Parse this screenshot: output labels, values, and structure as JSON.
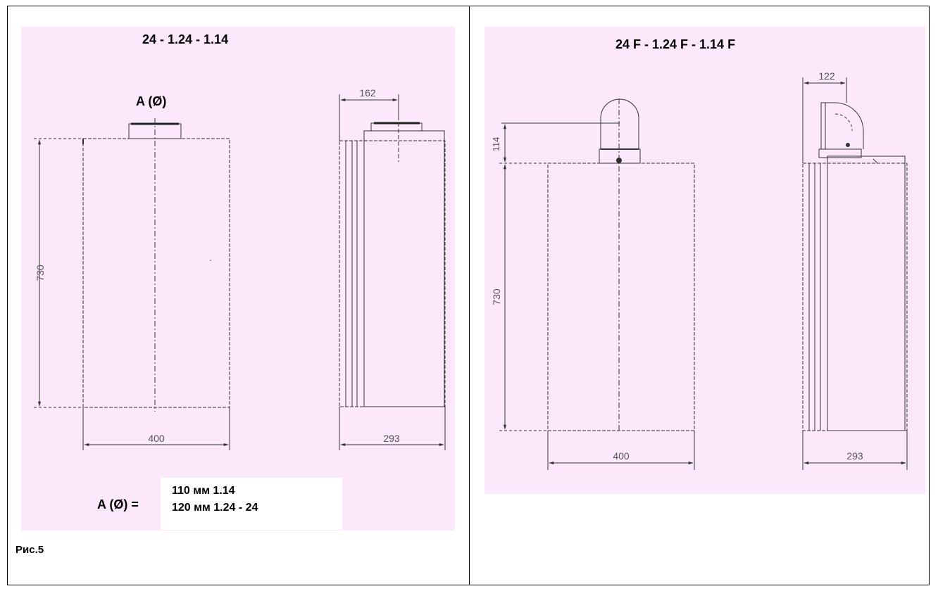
{
  "left_panel": {
    "title": "24 - 1.24 - 1.14",
    "label_a": "A (Ø)",
    "dims": {
      "height": "730",
      "width": "400",
      "depth": "293",
      "top": "162"
    }
  },
  "right_panel": {
    "title": "24 F - 1.24 F - 1.14 F",
    "dims": {
      "height": "730",
      "width": "400",
      "depth": "293",
      "top": "122",
      "flue": "114"
    }
  },
  "legend": {
    "label": "A (Ø) =",
    "lines": [
      "110 мм 1.14",
      "120 мм 1.24 - 24"
    ]
  },
  "figure_label": "Рис.5",
  "colors": {
    "panel_bg": "#fbe8fb",
    "border": "#000000"
  }
}
